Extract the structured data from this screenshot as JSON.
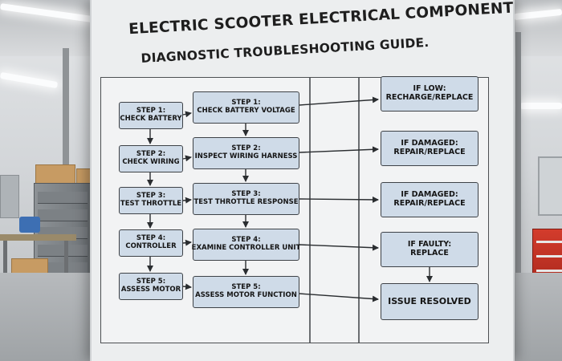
{
  "title": {
    "line1": "ELECTRIC SCOOTER ELECTRICAL COMPONENT",
    "line2": "DIAGNOSTIC TROUBLESHOOTING GUIDE."
  },
  "left_column": [
    {
      "step": "STEP 1:",
      "label": "CHECK BATTERY"
    },
    {
      "step": "STEP 2:",
      "label": "CHECK WIRING"
    },
    {
      "step": "STEP 3:",
      "label": "TEST THROTTLE"
    },
    {
      "step": "STEP 4:",
      "label": "CONTROLLER"
    },
    {
      "step": "STEP 5:",
      "label": "ASSESS MOTOR"
    }
  ],
  "middle_column": [
    {
      "step": "STEP 1:",
      "label": "CHECK BATTERY VOLTAGE"
    },
    {
      "step": "STEP 2:",
      "label": "INSPECT WIRING HARNESS"
    },
    {
      "step": "STEP 3:",
      "label": "TEST THROTTLE RESPONSE"
    },
    {
      "step": "STEP 4:",
      "label": "EXAMINE CONTROLLER UNIT"
    },
    {
      "step": "STEP 5:",
      "label": "ASSESS MOTOR FUNCTION"
    }
  ],
  "right_column": [
    {
      "line1": "IF LOW:",
      "line2": "RECHARGE/REPLACE"
    },
    {
      "line1": "IF DAMAGED:",
      "line2": "REPAIR/REPLACE"
    },
    {
      "line1": "IF DAMAGED:",
      "line2": "REPAIR/REPLACE"
    },
    {
      "line1": "IF FAULTY:",
      "line2": "REPLACE"
    },
    {
      "line1": "ISSUE RESOLVED",
      "line2": ""
    }
  ],
  "colors": {
    "box_fill": "#cfdbe8",
    "box_border": "#3e4247",
    "board": "#eceeef",
    "arrow": "#2a2d30"
  }
}
